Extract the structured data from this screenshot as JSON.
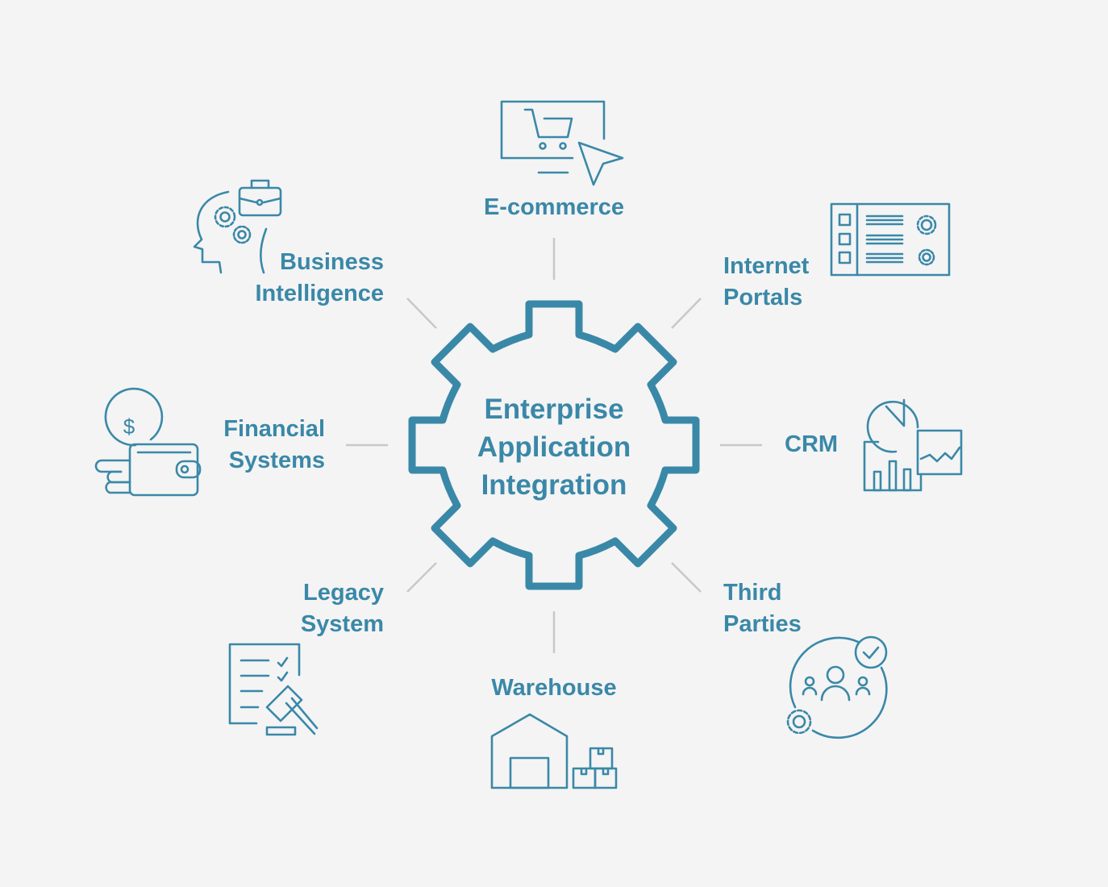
{
  "diagram": {
    "title": "Enterprise Application Integration",
    "center_lines": [
      "Enterprise",
      "Application",
      "Integration"
    ],
    "accent_color": "#3a88a8",
    "connector_color": "#c8c8c8",
    "background_color": "#f4f4f4",
    "nodes": [
      {
        "id": "ecommerce",
        "lines": [
          "E-commerce"
        ],
        "icon": "shopping-cart-monitor-icon"
      },
      {
        "id": "internet-portals",
        "lines": [
          "Internet",
          "Portals"
        ],
        "icon": "portal-dashboard-icon"
      },
      {
        "id": "crm",
        "lines": [
          "CRM"
        ],
        "icon": "crm-charts-icon"
      },
      {
        "id": "third-parties",
        "lines": [
          "Third",
          "Parties"
        ],
        "icon": "people-network-icon"
      },
      {
        "id": "warehouse",
        "lines": [
          "Warehouse"
        ],
        "icon": "warehouse-icon"
      },
      {
        "id": "legacy-system",
        "lines": [
          "Legacy",
          "System"
        ],
        "icon": "legal-document-gavel-icon"
      },
      {
        "id": "financial-systems",
        "lines": [
          "Financial",
          "Systems"
        ],
        "icon": "wallet-coin-icon"
      },
      {
        "id": "business-intelligence",
        "lines": [
          "Business",
          "Intelligence"
        ],
        "icon": "head-gears-briefcase-icon"
      }
    ]
  }
}
